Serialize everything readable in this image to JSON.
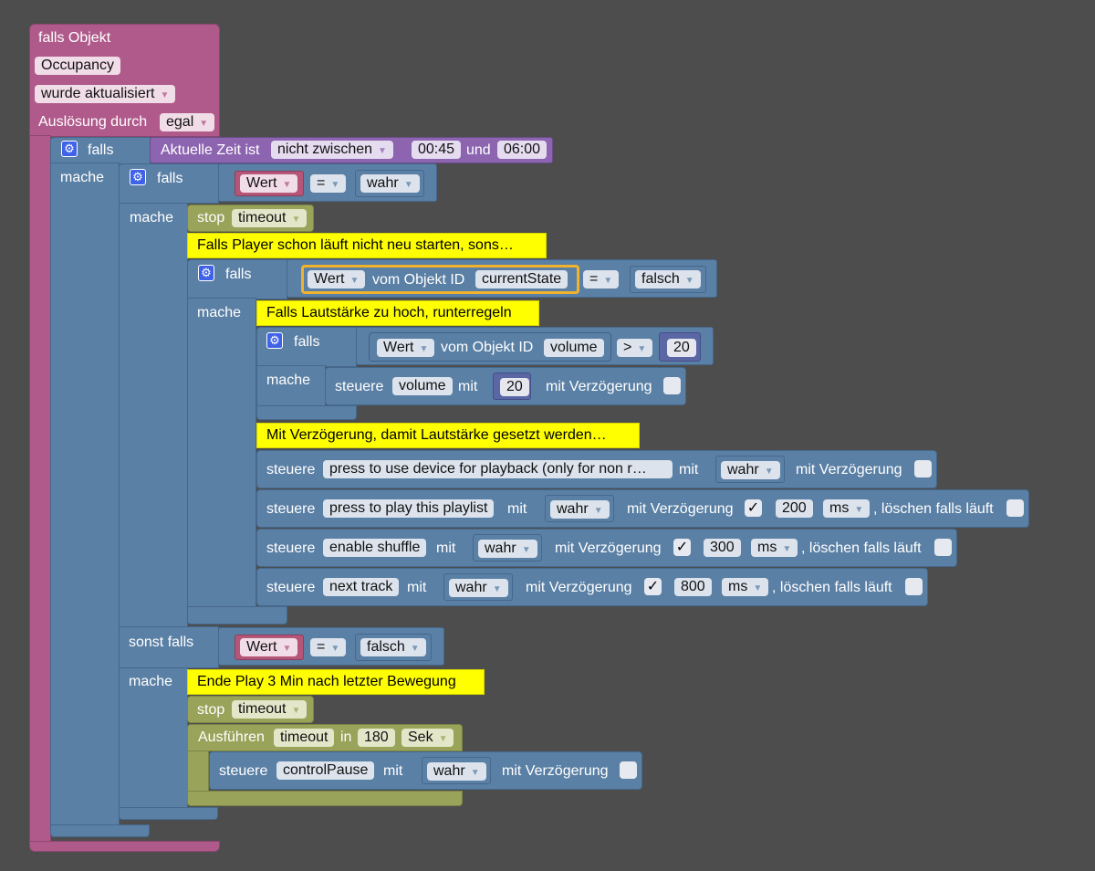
{
  "colors": {
    "workspace": "#4d4d4d",
    "event_block": "#b05a8b",
    "logic_block": "#5b80a5",
    "time_block": "#8c64b0",
    "timeout_block": "#9aa35a",
    "comment": "#ffff00",
    "wert_block": "#b55577"
  },
  "icons": {
    "gear": "gear-icon",
    "check": "✓"
  },
  "event": {
    "title": "falls Objekt",
    "object": "Occupancy",
    "trigger": "wurde aktualisiert",
    "ausloesung_label": "Auslösung durch",
    "ausloesung_value": "egal"
  },
  "if1": {
    "falls": "falls",
    "mache": "mache",
    "time_label": "Aktuelle Zeit ist",
    "time_mode": "nicht zwischen",
    "time_from": "00:45",
    "und": "und",
    "time_to": "06:00"
  },
  "if2": {
    "falls": "falls",
    "mache": "mache",
    "sonst_falls": "sonst falls",
    "mache2": "mache",
    "wert": "Wert",
    "op": "=",
    "value": "wahr",
    "wert_b": "Wert",
    "op_b": "=",
    "value_b": "falsch"
  },
  "stop1": {
    "label": "stop",
    "value": "timeout"
  },
  "comment1": "Falls Player schon läuft nicht neu starten, sons…",
  "if3": {
    "falls": "falls",
    "mache": "mache",
    "wert": "Wert",
    "vom_objekt": "vom Objekt ID",
    "object_id": "currentState",
    "op": "=",
    "value": "falsch"
  },
  "comment2": "Falls Lautstärke zu hoch, runterregeln",
  "if4": {
    "falls": "falls",
    "mache": "mache",
    "wert": "Wert",
    "vom_objekt": "vom Objekt ID",
    "object_id": "volume",
    "op": ">",
    "value": "20"
  },
  "set_volume": {
    "steuere": "steuere",
    "target": "volume",
    "mit": "mit",
    "value": "20",
    "delay_label": "mit Verzögerung"
  },
  "comment3": "Mit Verzögerung, damit Lautstärke gesetzt werden…",
  "controls": [
    {
      "steuere": "steuere",
      "target": "press to use device for playback (only for non r…",
      "mit": "mit",
      "value": "wahr",
      "delay_label": "mit Verzögerung",
      "checked": false
    },
    {
      "steuere": "steuere",
      "target": "press to play this playlist",
      "mit": "mit",
      "value": "wahr",
      "delay_label": "mit Verzögerung",
      "checked": true,
      "delay": "200",
      "unit": "ms",
      "clear_label": ", löschen falls läuft"
    },
    {
      "steuere": "steuere",
      "target": "enable shuffle",
      "mit": "mit",
      "value": "wahr",
      "delay_label": "mit Verzögerung",
      "checked": true,
      "delay": "300",
      "unit": "ms",
      "clear_label": ", löschen falls läuft"
    },
    {
      "steuere": "steuere",
      "target": "next track",
      "mit": "mit",
      "value": "wahr",
      "delay_label": "mit Verzögerung",
      "checked": true,
      "delay": "800",
      "unit": "ms",
      "clear_label": ", löschen falls läuft"
    }
  ],
  "comment4": "Ende Play 3 Min nach letzter Bewegung",
  "stop2": {
    "label": "stop",
    "value": "timeout"
  },
  "run_timeout": {
    "label": "Ausführen",
    "name": "timeout",
    "in": "in",
    "duration": "180",
    "unit": "Sek"
  },
  "pause": {
    "steuere": "steuere",
    "target": "controlPause",
    "mit": "mit",
    "value": "wahr",
    "delay_label": "mit Verzögerung"
  }
}
